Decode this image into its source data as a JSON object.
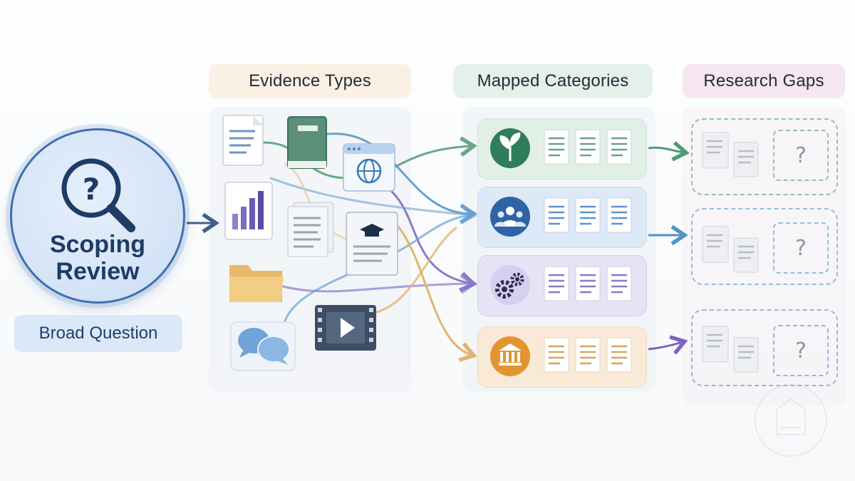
{
  "central": {
    "title_line1": "Scoping",
    "title_line2": "Review",
    "label": "Broad Question",
    "question_mark": "?"
  },
  "columns": {
    "evidence_types": "Evidence Types",
    "mapped_categories": "Mapped Categories",
    "research_gaps": "Research Gaps"
  },
  "evidence_items": [
    {
      "name": "text-document"
    },
    {
      "name": "book"
    },
    {
      "name": "web-page"
    },
    {
      "name": "bar-chart-document"
    },
    {
      "name": "document-stack"
    },
    {
      "name": "academic-document"
    },
    {
      "name": "folder"
    },
    {
      "name": "video"
    },
    {
      "name": "chat-bubbles"
    }
  ],
  "categories": [
    {
      "icon": "plant-icon",
      "color": "#2f7d5b"
    },
    {
      "icon": "people-icon",
      "color": "#2e63a6"
    },
    {
      "icon": "gears-icon",
      "color": "#4a3f8f"
    },
    {
      "icon": "institution-icon",
      "color": "#d88c2a"
    }
  ],
  "gaps": [
    {
      "symbol": "?"
    },
    {
      "symbol": "?"
    },
    {
      "symbol": "?"
    }
  ],
  "colors": {
    "green": "#4f9a72",
    "blue": "#4f93c9",
    "purple": "#7b63c3",
    "orange": "#e0a856",
    "navy": "#3f6fb0"
  }
}
